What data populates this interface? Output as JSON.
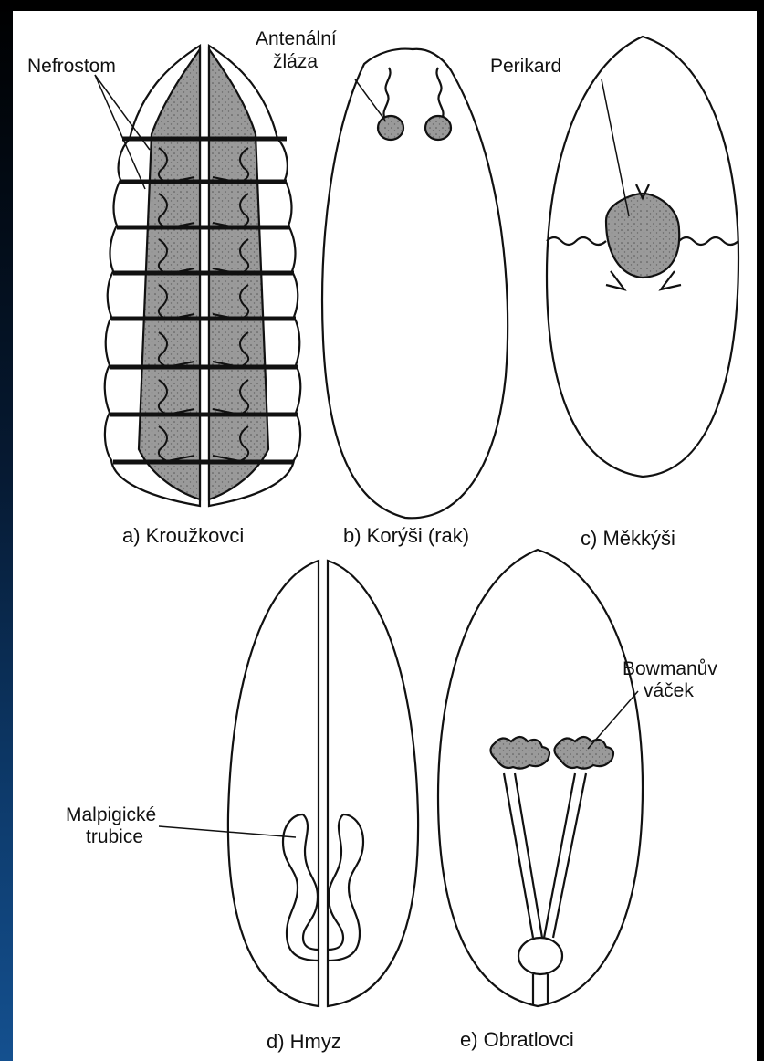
{
  "labels": {
    "nefrostom": "Nefrostom",
    "antenalni_line1": "Antenální",
    "antenalni_line2": "žláza",
    "perikard": "Perikard",
    "malpigicke_line1": "Malpigické",
    "malpigicke_line2": "trubice",
    "bowmanuv_line1": "Bowmanův",
    "bowmanuv_line2": "váček"
  },
  "captions": {
    "a": "a) Kroužkovci",
    "b": "b) Korýši (rak)",
    "c": "c) Měkkýši",
    "d": "d) Hmyz",
    "e": "e) Obratlovci"
  },
  "colors": {
    "outline": "#111111",
    "organ_fill": "#9a9a9a",
    "page_bg": "#ffffff",
    "frame_bg": "#000000"
  }
}
